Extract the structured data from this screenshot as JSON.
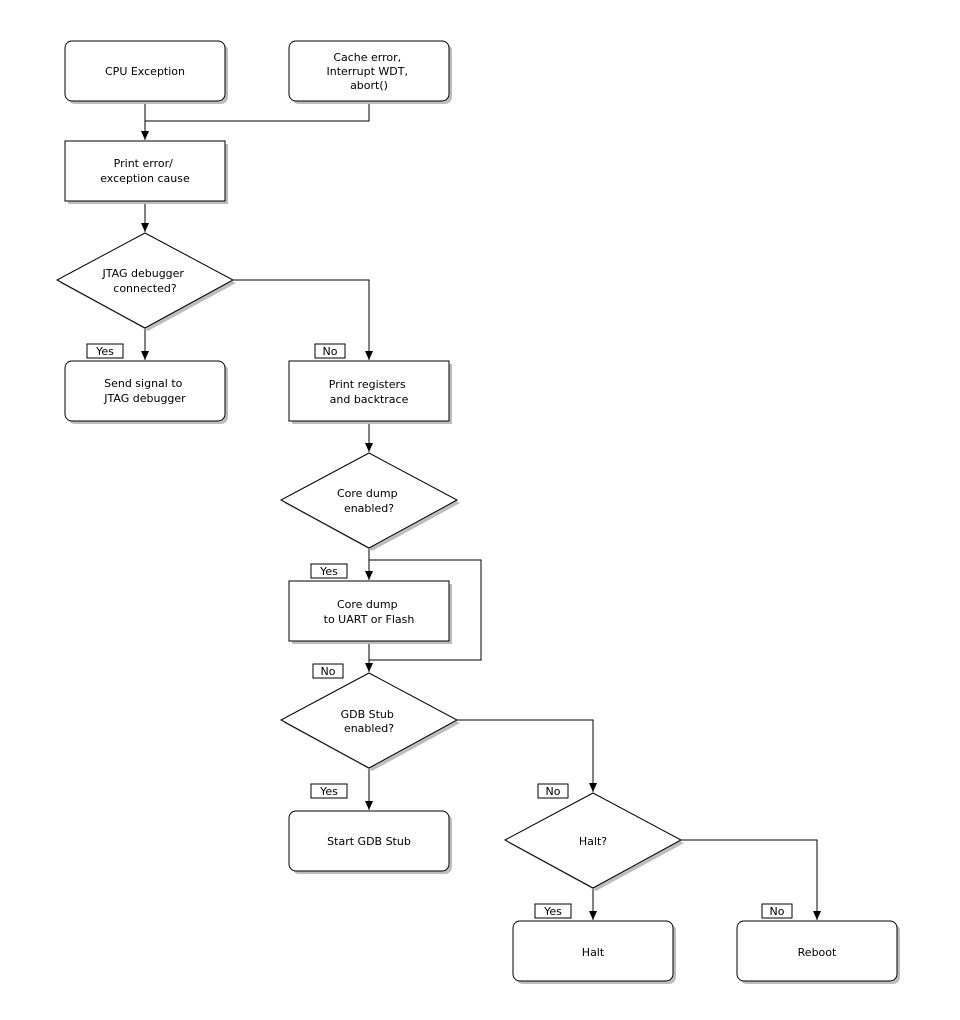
{
  "nodes": {
    "cpu_exception": [
      "CPU Exception"
    ],
    "cache_error": [
      "Cache error,",
      "Interrupt WDT,",
      "abort()"
    ],
    "print_error": [
      "Print error/",
      "exception cause"
    ],
    "jtag_connected": [
      "JTAG debugger",
      "connected?"
    ],
    "send_signal": [
      "Send signal to",
      "JTAG debugger"
    ],
    "print_registers": [
      "Print registers",
      "and backtrace"
    ],
    "core_dump_enabled": [
      "Core dump",
      "enabled?"
    ],
    "core_dump": [
      "Core dump",
      "to UART or Flash"
    ],
    "gdb_enabled": [
      "GDB Stub",
      "enabled?"
    ],
    "start_gdb": [
      "Start GDB Stub"
    ],
    "halt_q": [
      "Halt?"
    ],
    "halt": [
      "Halt"
    ],
    "reboot": [
      "Reboot"
    ]
  },
  "labels": {
    "jtag_yes": "Yes",
    "jtag_no": "No",
    "core_yes": "Yes",
    "core_no": "No",
    "gdb_yes": "Yes",
    "gdb_no": "No",
    "halt_yes": "Yes",
    "halt_no": "No"
  }
}
